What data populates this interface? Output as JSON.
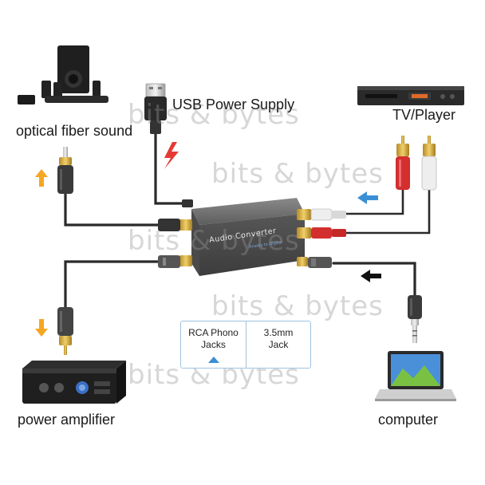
{
  "labels": {
    "optical": "optical fiber sound",
    "usb": "USB Power Supply",
    "tv": "TV/Player",
    "amp": "power amplifier",
    "computer": "computer"
  },
  "device": {
    "brand": "Audio Converter",
    "sub": "Analog to Digital"
  },
  "legend": {
    "rca_line1": "RCA Phono",
    "rca_line2": "Jacks",
    "jack_line1": "3.5mm",
    "jack_line2": "Jack"
  },
  "watermark": "bits & bytes",
  "colors": {
    "arrow_yellow": "#f5a623",
    "arrow_blue": "#3a8fd6",
    "arrow_black": "#111111",
    "bolt_red": "#e53935",
    "rca_red": "#d32f2f",
    "rca_white": "#eeeeee",
    "gold": "#d4a93a",
    "cable": "#2a2a2a"
  },
  "icons": [
    "soundbar-icon",
    "usb-plug-icon",
    "lightning-icon",
    "dvd-player-icon",
    "rca-plug-icon",
    "optical-plug-icon",
    "amplifier-icon",
    "laptop-icon",
    "aux-jack-icon",
    "converter-box-icon"
  ]
}
